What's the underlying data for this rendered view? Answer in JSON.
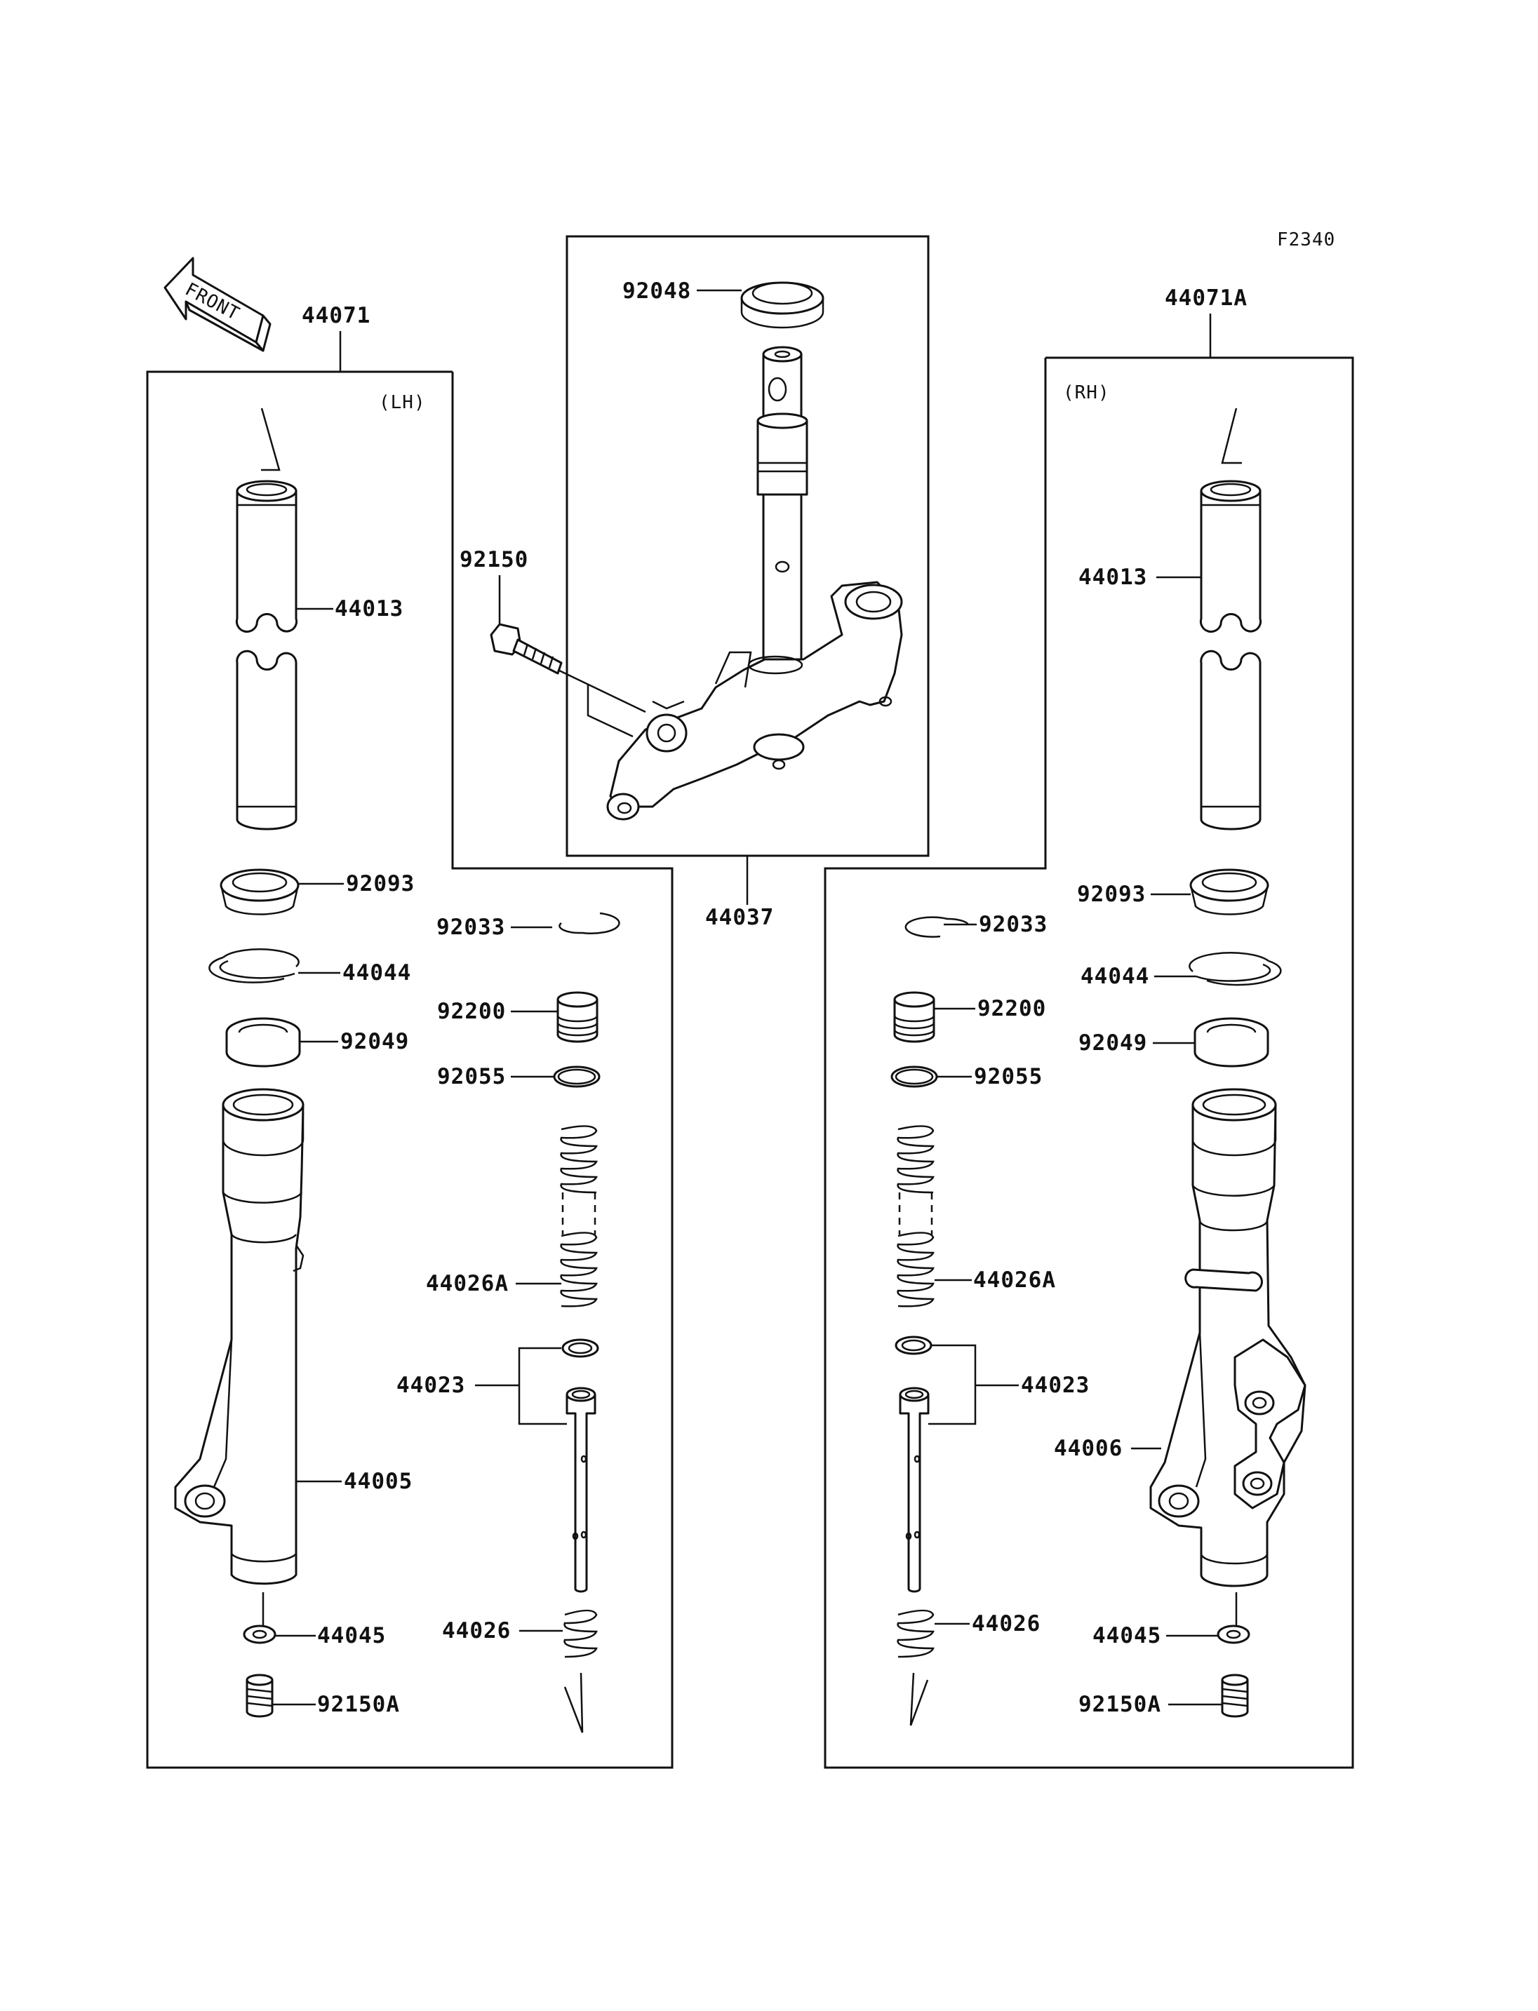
{
  "figure_code": "F2340",
  "front_label": "FRONT",
  "side_labels": {
    "left": "(LH)",
    "right": "(RH)"
  },
  "parts": {
    "p44071": "44071",
    "p44071A": "44071A",
    "p92048": "92048",
    "p92150": "92150",
    "p44037": "44037",
    "p44013": "44013",
    "p92093": "92093",
    "p92033": "92033",
    "p44044": "44044",
    "p92200": "92200",
    "p92049": "92049",
    "p92055": "92055",
    "p44026A": "44026A",
    "p44023": "44023",
    "p44005": "44005",
    "p44006": "44006",
    "p44026": "44026",
    "p44045": "44045",
    "p92150A": "92150A"
  }
}
